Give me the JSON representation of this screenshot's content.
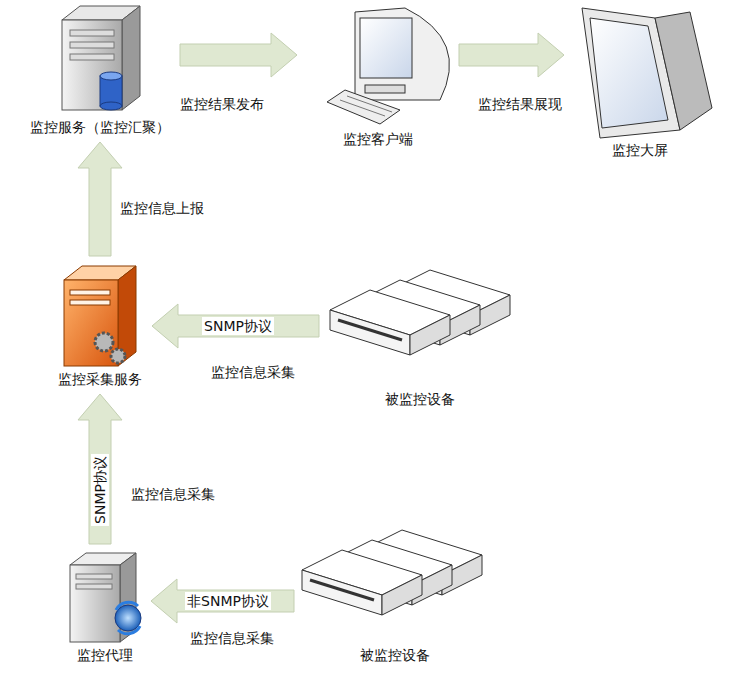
{
  "diagram": {
    "nodes": [
      {
        "text": [
          "监控服务（监控汇聚）"
        ]
      },
      {
        "text": [
          "监控客户端"
        ]
      },
      {
        "text": [
          "监控大屏"
        ]
      },
      {
        "text": [
          "监控采集服务"
        ]
      },
      {
        "text": [
          "被监控设备"
        ]
      },
      {
        "text": [
          "监控代理"
        ]
      },
      {
        "text": [
          "被监控设备"
        ]
      }
    ],
    "edges": [
      {
        "from": 0,
        "to": 1,
        "arrow": "to",
        "label": "监控结果发布"
      },
      {
        "from": 1,
        "to": 2,
        "arrow": "to",
        "label": "监控结果展现"
      },
      {
        "from": 3,
        "to": 0,
        "arrow": "to",
        "label": "监控信息上报"
      },
      {
        "from": 4,
        "to": 3,
        "arrow": "to",
        "label": "SNMP协议"
      },
      {
        "from": 5,
        "to": 3,
        "arrow": "to",
        "label": "SNMP协议"
      },
      {
        "from": 6,
        "to": 5,
        "arrow": "to",
        "label": "非SNMP协议"
      }
    ],
    "labels": [
      "监控信息采集",
      "监控信息采集",
      "监控信息采集"
    ]
  }
}
